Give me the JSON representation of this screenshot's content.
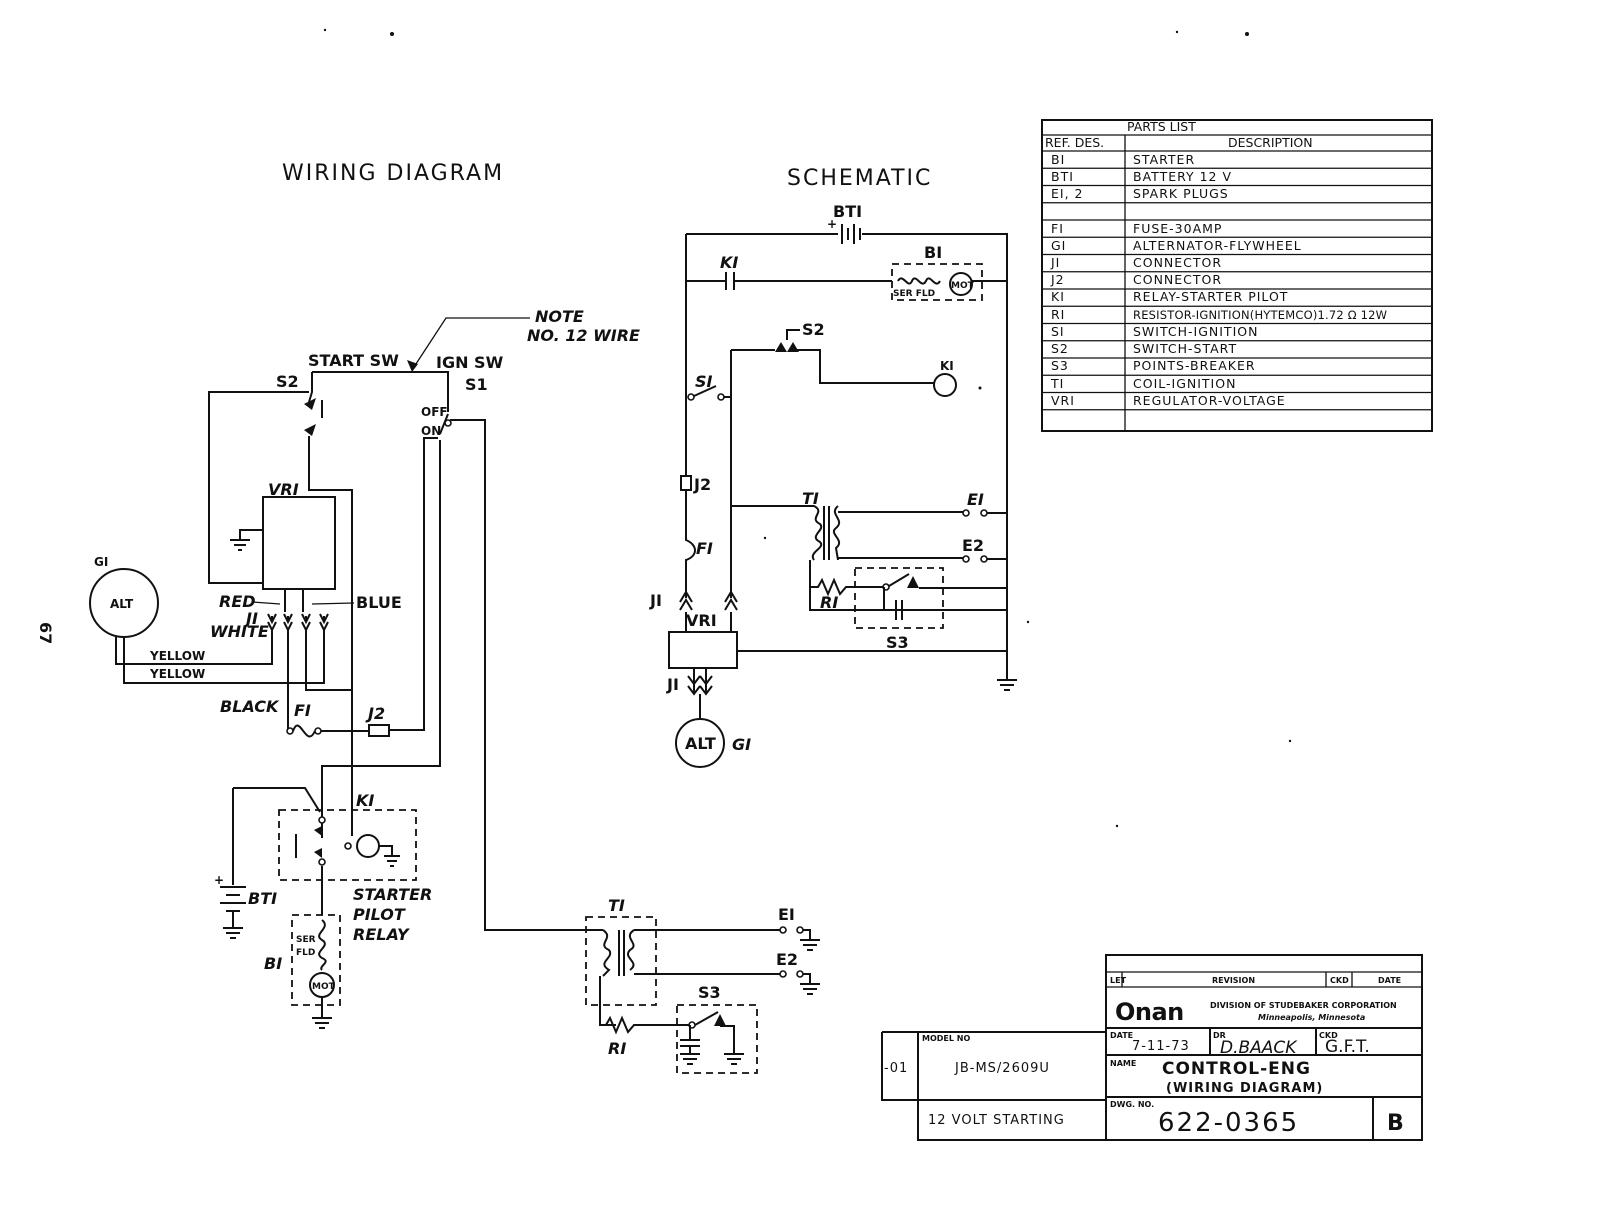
{
  "page_number": "67",
  "wiring_title": "WIRING DIAGRAM",
  "schematic_title": "SCHEMATIC",
  "wiring_labels": {
    "note1": "NOTE",
    "note2": "NO. 12 WIRE",
    "start_sw": "START SW",
    "ign_sw": "IGN SW",
    "s2": "S2",
    "s1": "S1",
    "off": "OFF",
    "on": "ON",
    "vr1": "VRI",
    "g1": "GI",
    "alt": "ALT",
    "red": "RED",
    "blue": "BLUE",
    "white": "WHITE",
    "j1": "JI",
    "yellow1": "YELLOW",
    "yellow2": "YELLOW",
    "black": "BLACK",
    "f1": "FI",
    "j2": "J2",
    "k1": "KI",
    "starter": "STARTER",
    "pilot": "PILOT",
    "relay": "RELAY",
    "bt1": "BTI",
    "b1": "BI",
    "ser": "SER",
    "fld": "FLD",
    "mot": "MOT",
    "t1": "TI",
    "e1": "EI",
    "e2": "E2",
    "s3": "S3",
    "r1": "RI"
  },
  "schematic_labels": {
    "bt1": "BTI",
    "b1": "BI",
    "k1": "KI",
    "ser_fld": "SER FLD",
    "mot": "MOT",
    "s2": "S2",
    "s1": "SI",
    "k1_coil": "KI",
    "j2": "J2",
    "f1": "FI",
    "t1": "TI",
    "e1": "EI",
    "e2": "E2",
    "r1": "RI",
    "s3": "S3",
    "j1a": "JI",
    "vr1": "VRI",
    "j1b": "JI",
    "alt": "ALT",
    "g1": "GI"
  },
  "parts_list": {
    "title": "PARTS LIST",
    "col_ref": "REF. DES.",
    "col_desc": "DESCRIPTION",
    "rows": [
      {
        "ref": "BI",
        "desc": "STARTER"
      },
      {
        "ref": "BTI",
        "desc": "BATTERY 12 V"
      },
      {
        "ref": "EI, 2",
        "desc": "SPARK PLUGS"
      },
      {
        "ref": "",
        "desc": ""
      },
      {
        "ref": "FI",
        "desc": "FUSE-30AMP"
      },
      {
        "ref": "GI",
        "desc": "ALTERNATOR-FLYWHEEL"
      },
      {
        "ref": "JI",
        "desc": "CONNECTOR"
      },
      {
        "ref": "J2",
        "desc": "CONNECTOR"
      },
      {
        "ref": "KI",
        "desc": "RELAY-STARTER PILOT"
      },
      {
        "ref": "RI",
        "desc": "RESISTOR-IGNITION(HYTEMCO)1.72 Ω 12W"
      },
      {
        "ref": "SI",
        "desc": "SWITCH-IGNITION"
      },
      {
        "ref": "S2",
        "desc": "SWITCH-START"
      },
      {
        "ref": "S3",
        "desc": "POINTS-BREAKER"
      },
      {
        "ref": "TI",
        "desc": "COIL-IGNITION"
      },
      {
        "ref": "VRI",
        "desc": "REGULATOR-VOLTAGE"
      },
      {
        "ref": "",
        "desc": ""
      }
    ]
  },
  "title_block": {
    "ltr_label": "LET",
    "revision_label": "REVISION",
    "ckd_label": "CKD",
    "date_label": "DATE",
    "logo": "Onan",
    "company": "DIVISION OF STUDEBAKER CORPORATION",
    "city": "Minneapolis, Minnesota",
    "date_field": "DATE",
    "date_value": "7-11-73",
    "dr_label": "DR",
    "dr_value": "D.BAACK",
    "chk_label": "CKD",
    "chk_value": "G.F.T.",
    "name_label": "NAME",
    "name_value": "CONTROL-ENG",
    "name_sub": "(WIRING DIAGRAM)",
    "dwg_label": "DWG. NO.",
    "dwg_value": "622-0365",
    "rev_letter": "B",
    "model_label": "MODEL NO",
    "suffix": "-01",
    "model_value": "JB-MS/2609U",
    "volt": "12 VOLT STARTING"
  }
}
